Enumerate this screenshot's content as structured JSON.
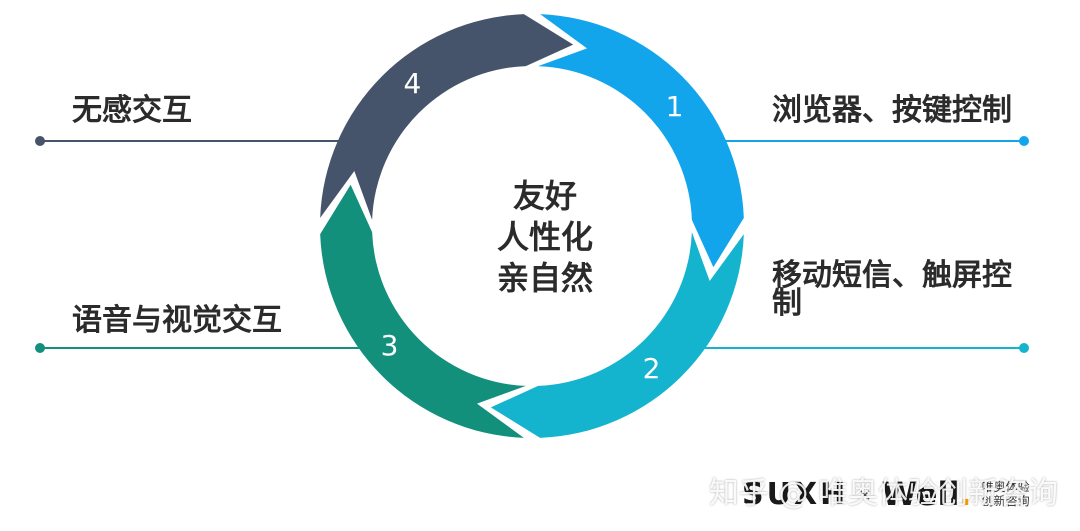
{
  "center": {
    "lines": [
      "友好",
      "人性化",
      "亲自然"
    ]
  },
  "segments": [
    {
      "number": "1",
      "color": "#12a5ec",
      "label": "浏览器、按键控制",
      "label_lines": [
        "浏览器、按键控制"
      ]
    },
    {
      "number": "2",
      "color": "#14b4cf",
      "label": "移动短信、触屏控制",
      "label_lines": [
        "移动短信、触屏控",
        "制"
      ]
    },
    {
      "number": "3",
      "color": "#12907c",
      "label": "语音与视觉交互",
      "label_lines": [
        "语音与视觉交互"
      ]
    },
    {
      "number": "4",
      "color": "#45546b",
      "label": "无感交互",
      "label_lines": [
        "无感交互"
      ]
    }
  ],
  "lines": {
    "line_1_color": "#12a5ec",
    "line_2_color": "#14b4cf",
    "line_3_color": "#12907c",
    "line_4_color": "#45546b"
  },
  "watermark": "知乎 @ 唯奥体验创新咨询",
  "brand": {
    "left": "SUXH",
    "separator": "×",
    "right": "Well",
    "dot": ".",
    "sub_line_1": "唯奥体验",
    "sub_line_2": "创新咨询"
  }
}
